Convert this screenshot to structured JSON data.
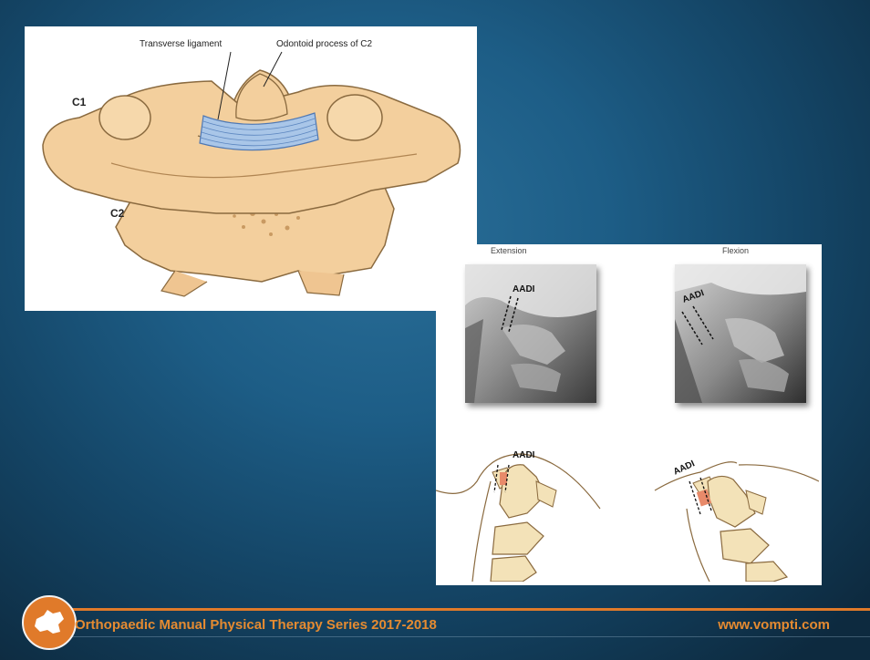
{
  "anatomy": {
    "label_transverse": "Transverse ligament",
    "label_odontoid": "Odontoid process of C2",
    "label_c1": "C1",
    "label_c2": "C2"
  },
  "imaging": {
    "extension_label": "Extension",
    "flexion_label": "Flexion",
    "aadi_label": "AADI"
  },
  "footer": {
    "title": "Orthopaedic Manual Physical Therapy Series 2017-2018",
    "url": "www.vompti.com"
  },
  "colors": {
    "accent": "#e07a2a",
    "background": "#1d5d86"
  }
}
